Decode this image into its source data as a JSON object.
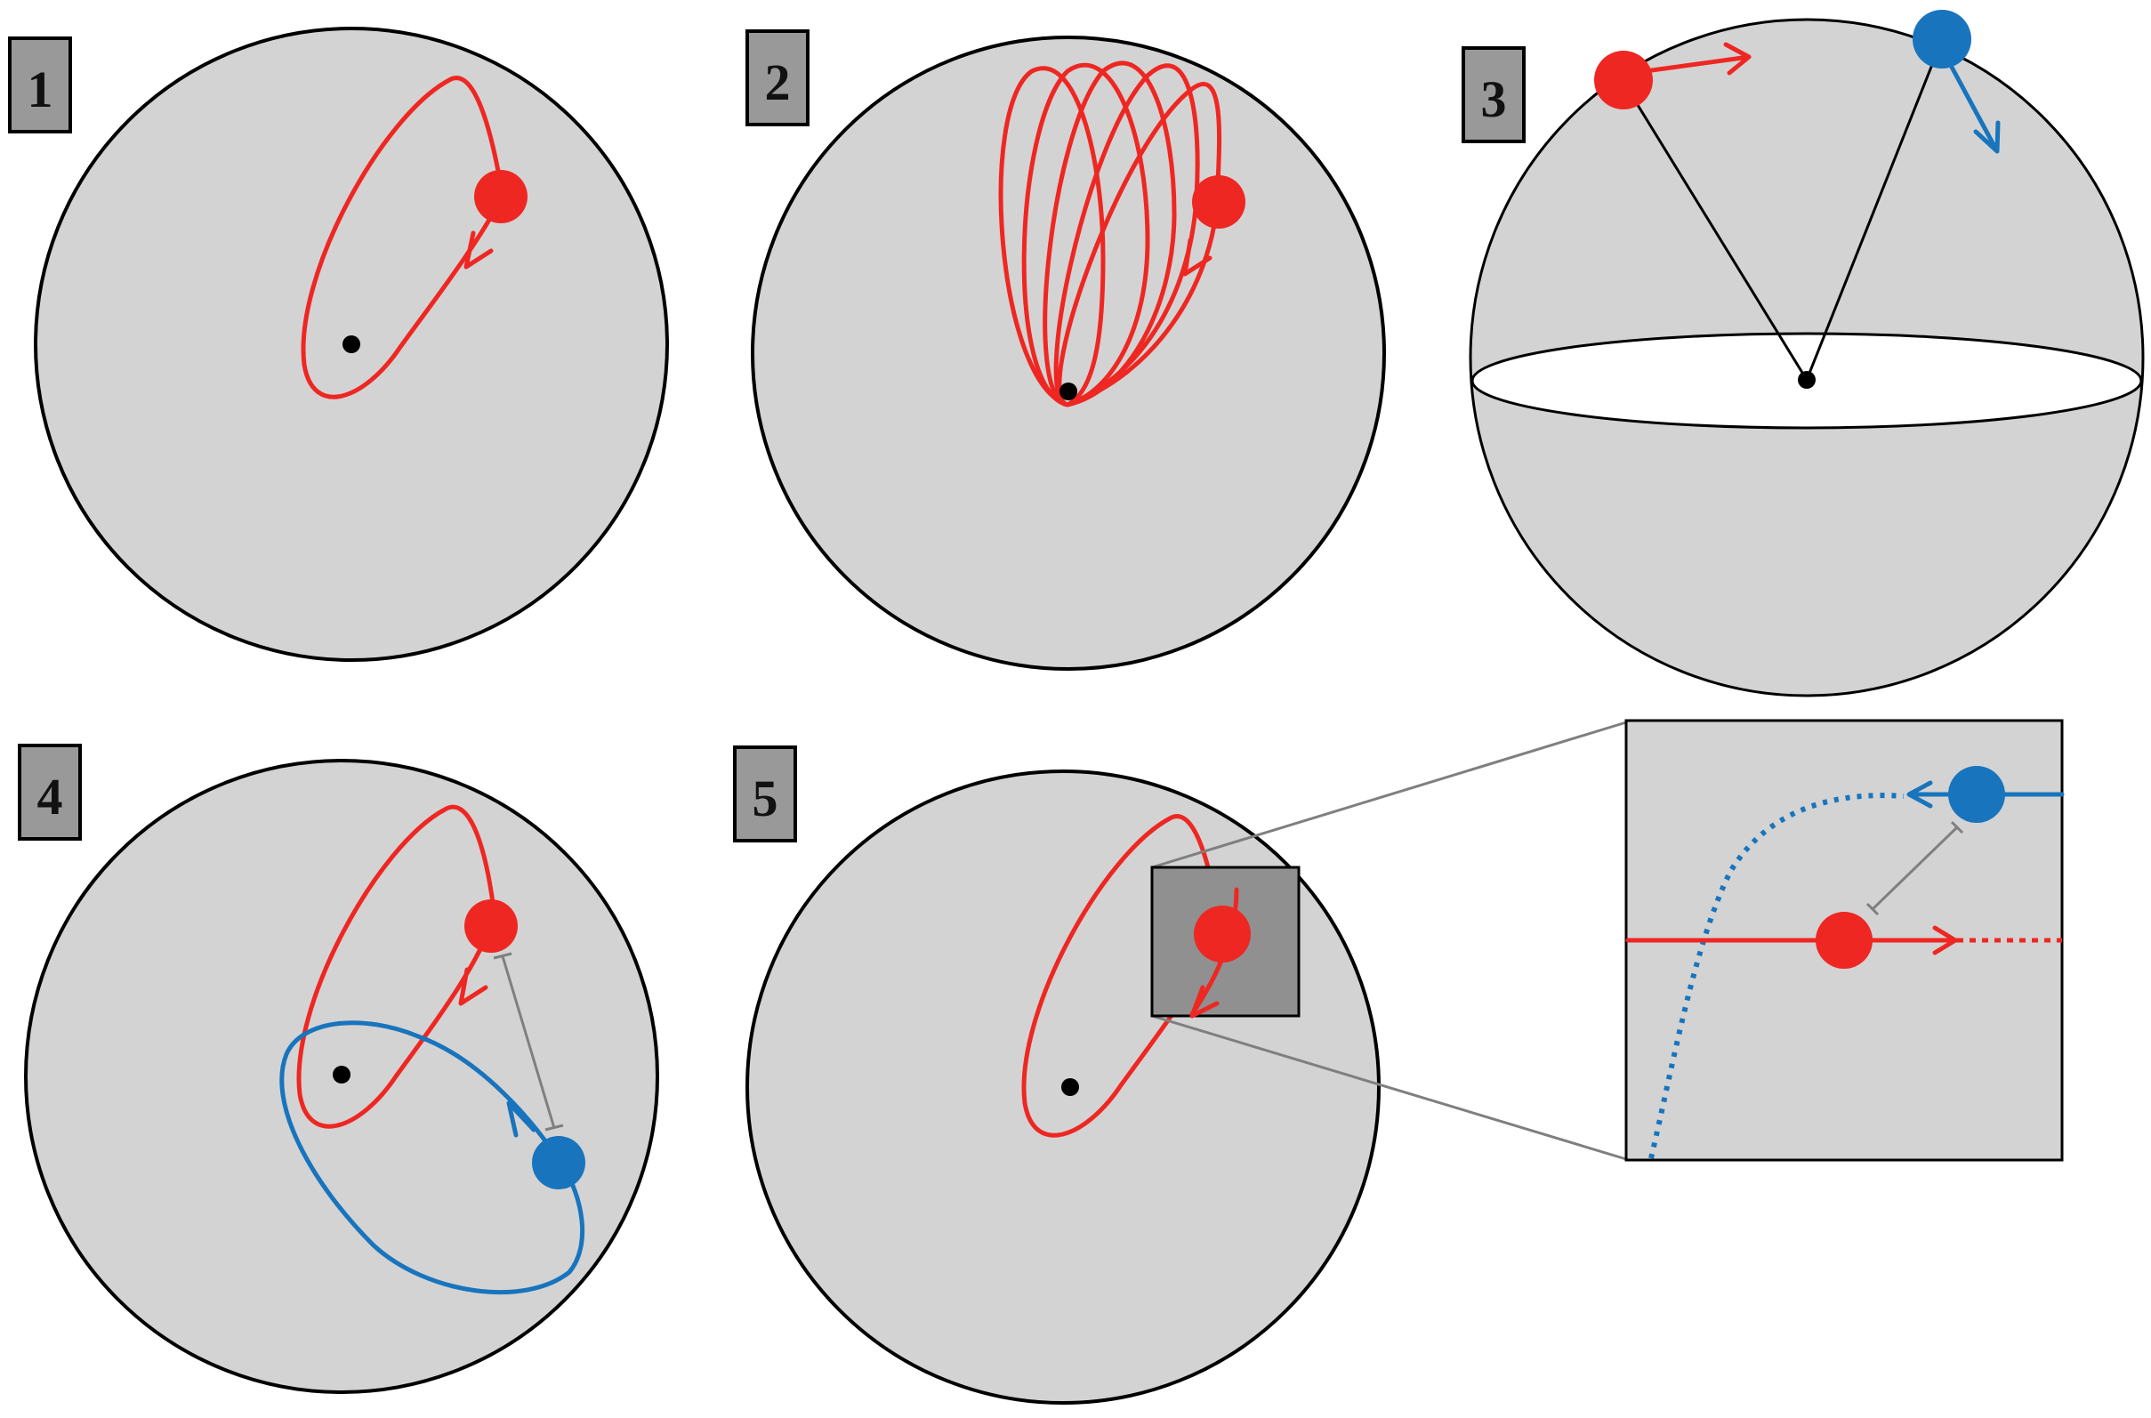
{
  "panels": [
    {
      "id": "1",
      "label": "1"
    },
    {
      "id": "2",
      "label": "2"
    },
    {
      "id": "3",
      "label": "3"
    },
    {
      "id": "4",
      "label": "4"
    },
    {
      "id": "5",
      "label": "5"
    }
  ],
  "colors": {
    "red": "#ee2722",
    "blue": "#1874bd",
    "disc_fill": "#d3d3d3",
    "label_box": "#999999",
    "zoom_box": "#909090",
    "connector": "#7f7f7f"
  },
  "icons": [
    "red-body-marker",
    "blue-body-marker",
    "central-mass-dot",
    "direction-arrow"
  ]
}
